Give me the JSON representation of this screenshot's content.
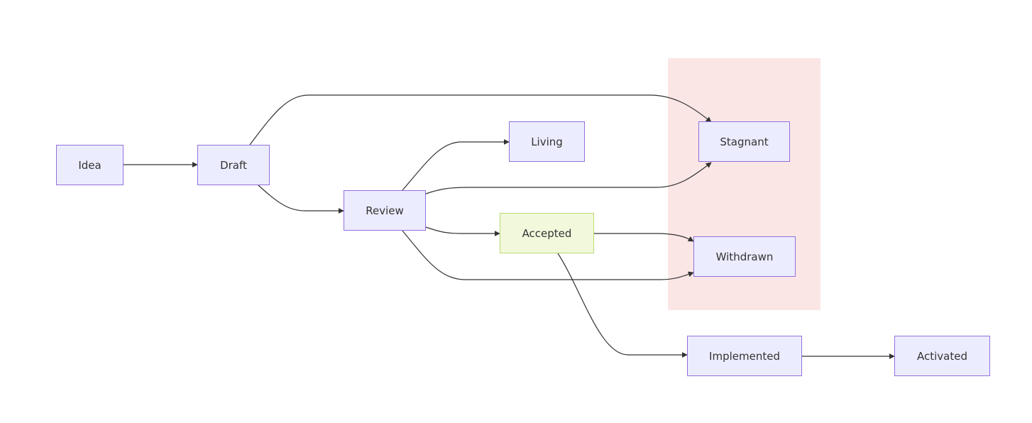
{
  "diagram": {
    "colors": {
      "background": "#ffffff",
      "node_fill": "#ECECFF",
      "node_border": "#9370DB",
      "accepted_fill": "#F2F8DC",
      "accepted_border": "#B9DB6F",
      "cluster_fill": "#FBE6E6",
      "edge": "#333333",
      "text": "#333333"
    },
    "nodes": {
      "idea": "Idea",
      "draft": "Draft",
      "review": "Review",
      "living": "Living",
      "accepted": "Accepted",
      "stagnant": "Stagnant",
      "withdrawn": "Withdrawn",
      "implemented": "Implemented",
      "activated": "Activated"
    },
    "edges": [
      {
        "from": "Idea",
        "to": "Draft"
      },
      {
        "from": "Draft",
        "to": "Review"
      },
      {
        "from": "Draft",
        "to": "Stagnant"
      },
      {
        "from": "Review",
        "to": "Living"
      },
      {
        "from": "Review",
        "to": "Stagnant"
      },
      {
        "from": "Review",
        "to": "Accepted"
      },
      {
        "from": "Review",
        "to": "Withdrawn"
      },
      {
        "from": "Accepted",
        "to": "Withdrawn"
      },
      {
        "from": "Accepted",
        "to": "Implemented"
      },
      {
        "from": "Implemented",
        "to": "Activated"
      }
    ]
  }
}
